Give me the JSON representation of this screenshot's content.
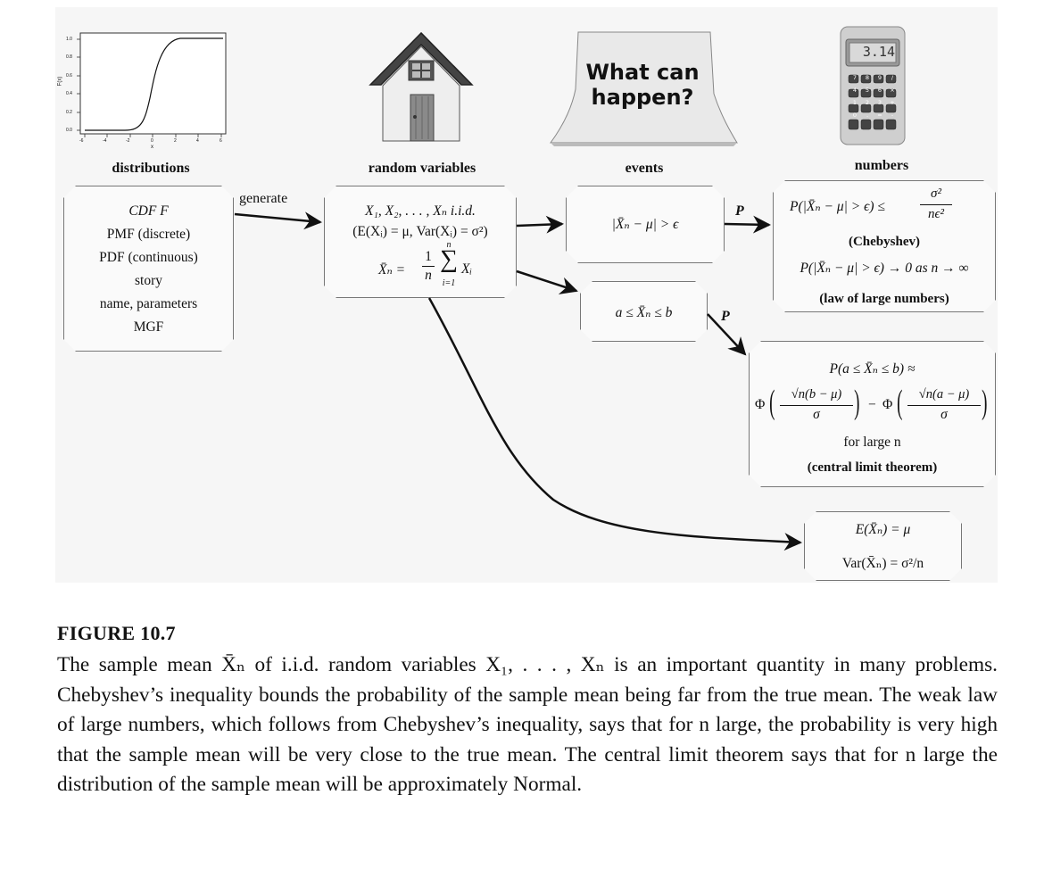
{
  "columns": {
    "distributions": "distributions",
    "random_variables": "random variables",
    "events": "events",
    "numbers": "numbers"
  },
  "sticky_note": {
    "line1": "What can",
    "line2": "happen?"
  },
  "calculator": {
    "display": "3.14",
    "keys": [
      "7",
      "8",
      "9",
      "/",
      "4",
      "5",
      "6",
      "×",
      "1",
      "2",
      "3",
      "+",
      "0",
      ".",
      "=",
      "-"
    ]
  },
  "cdf_plot": {
    "ylabel": "F(x)",
    "xlabel": "x",
    "x_ticks": [
      "-6",
      "-4",
      "-2",
      "0",
      "2",
      "4",
      "6"
    ],
    "y_ticks": [
      "0.0",
      "0.2",
      "0.4",
      "0.6",
      "0.8",
      "1.0"
    ]
  },
  "distributions_box": {
    "lines": [
      "CDF F",
      "PMF (discrete)",
      "PDF (continuous)",
      "story",
      "name, parameters",
      "MGF"
    ]
  },
  "arrow_labels": {
    "generate": "generate",
    "p1": "P",
    "p2": "P"
  },
  "rv_box": {
    "line1": "X₁, X₂, . . . , Xₙ i.i.d.",
    "line2": "(E(Xᵢ) = μ, Var(Xᵢ) = σ²)",
    "line3_lhs": "X̄ₙ =",
    "line3_frac_num": "1",
    "line3_frac_den": "n",
    "sum_top": "n",
    "sum_bottom": "i=1",
    "sum_term": "Xᵢ"
  },
  "event1": "|X̄ₙ − μ| > ϵ",
  "event2": "a ≤ X̄ₙ ≤ b",
  "numbers_box": {
    "ineq_lhs": "P(|X̄ₙ − μ| > ϵ) ≤",
    "ineq_num": "σ²",
    "ineq_den": "nϵ²",
    "chebyshev": "(Chebyshev)",
    "lln_line": "P(|X̄ₙ − μ| > ϵ) → 0 as n → ∞",
    "lln": "(law of large numbers)"
  },
  "clt_box": {
    "line1": "P(a ≤ X̄ₙ ≤ b) ≈",
    "phi": "Φ",
    "frac1_num": "√n(b − μ)",
    "frac2_num": "√n(a − μ)",
    "frac_den": "σ",
    "minus": "−",
    "line3": "for large n",
    "label": "(central limit theorem)"
  },
  "mean_box": {
    "line1": "E(X̄ₙ) = μ",
    "line2": "Var(X̄ₙ) = σ²/n"
  },
  "caption": {
    "title": "FIGURE 10.7",
    "text": "The sample mean X̄ₙ of i.i.d. random variables X₁, . . . , Xₙ is an important quantity in many problems. Chebyshev’s inequality bounds the probability of the sample mean being far from the true mean. The weak law of large numbers, which follows from Chebyshev’s inequality, says that for n large, the probability is very high that the sample mean will be very close to the true mean. The central limit theorem says that for n large the distribution of the sample mean will be approximately Normal."
  }
}
